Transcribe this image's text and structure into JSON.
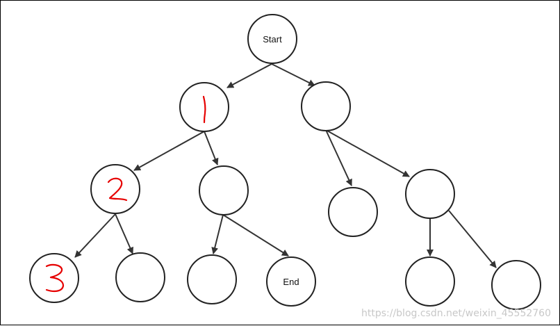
{
  "diagram": {
    "start_label": "Start",
    "end_label": "End",
    "annotation_color": "#e60000",
    "annotations": [
      "1",
      "2",
      "3"
    ]
  },
  "watermark": "https://blog.csdn.net/weixin_45552760"
}
